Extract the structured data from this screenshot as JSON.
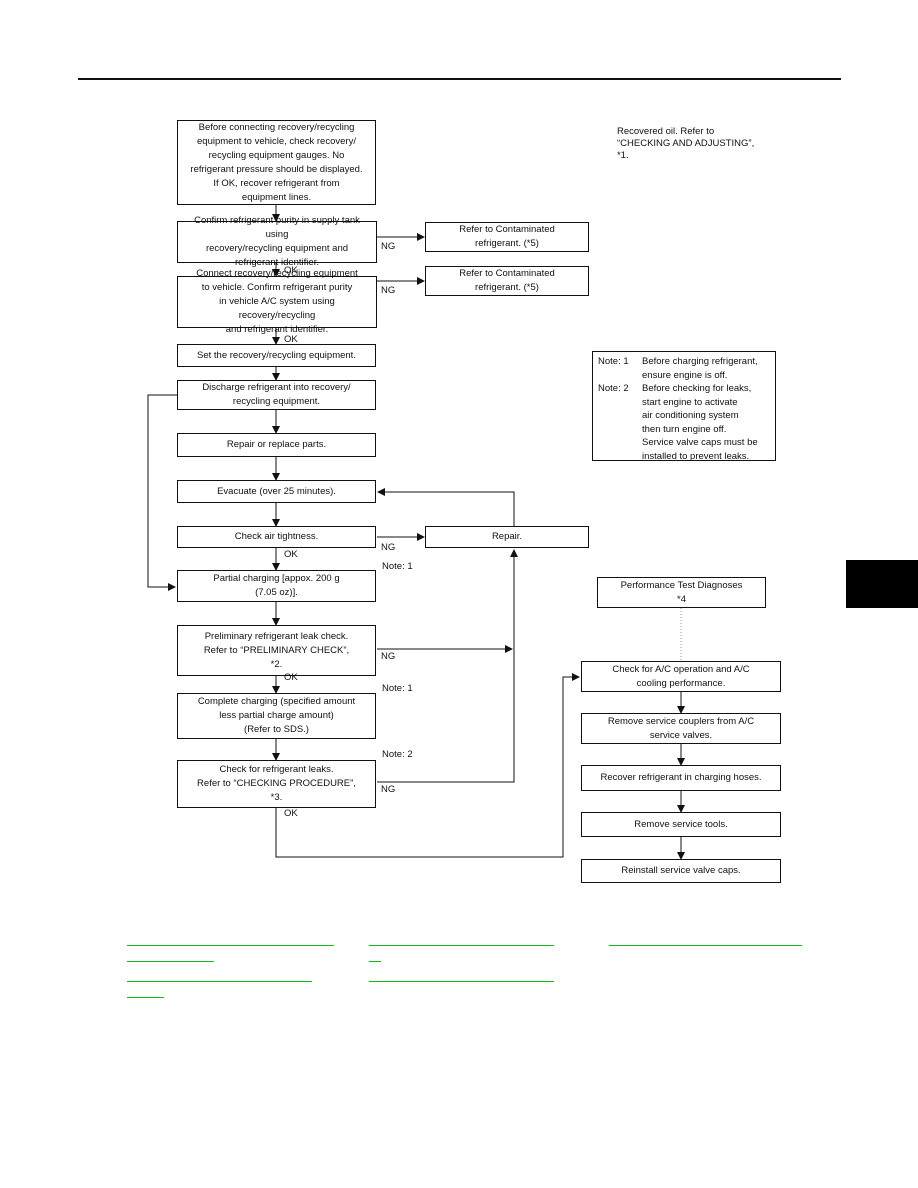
{
  "flowchart": {
    "steps": {
      "step1": "Before connecting recovery/recycling\nequipment to vehicle, check recovery/\nrecycling equipment gauges. No\nrefrigerant pressure should be displayed.\nIf OK, recover refrigerant from\nequipment lines.",
      "step2": "Confirm refrigerant purity in supply tank using\nrecovery/recycling equipment and\nrefrigerant identifier.",
      "step3": "Connect recovery/recycling equipment\nto vehicle. Confirm refrigerant purity\nin vehicle A/C system using recovery/recycling\nand refrigerant identifier.",
      "step4": "Set the recovery/recycling equipment.",
      "step5": "Discharge refrigerant into recovery/\nrecycling equipment.",
      "step6": "Repair or replace parts.",
      "step7": "Evacuate (over 25 minutes).",
      "step8": "Check air tightness.",
      "step9": "Partial charging [appox. 200 g\n(7.05 oz)].",
      "step10": "Preliminary refrigerant leak check.\nRefer to “PRELIMINARY CHECK”,\n*2.",
      "step11": "Complete charging (specified amount\nless partial charge amount)\n(Refer to SDS.)",
      "step12": "Check for refrigerant leaks.\nRefer to “CHECKING PROCEDURE”,\n*3.",
      "contam1": "Refer to Contaminated\nrefrigerant. (*5)",
      "contam2": "Refer to Contaminated\nrefrigerant. (*5)",
      "repair": "Repair.",
      "perf_test": "Performance Test Diagnoses\n*4",
      "check_ac": "Check for A/C operation and A/C\ncooling performance.",
      "remove_couplers": "Remove service couplers from A/C\nservice valves.",
      "recover_hoses": "Recover refrigerant in charging hoses.",
      "remove_tools": "Remove service tools.",
      "reinstall_caps": "Reinstall service valve caps."
    },
    "labels": {
      "ok": "OK",
      "ng": "NG",
      "note1": "Note: 1",
      "note2": "Note: 2"
    },
    "recovered_oil_note": "Recovered oil. Refer to\n“CHECKING AND ADJUSTING”,\n*1.",
    "notes_box": {
      "n1_key": "Note: 1",
      "n1_text": "Before charging refrigerant,\nensure engine is off.",
      "n2_key": "Note: 2",
      "n2_text": "Before checking for leaks,\nstart engine to activate\nair conditioning system\nthen turn engine off.\nService valve caps must be\ninstalled to prevent leaks."
    }
  },
  "colors": {
    "link": "#0fbf0f",
    "ink": "#111111"
  }
}
